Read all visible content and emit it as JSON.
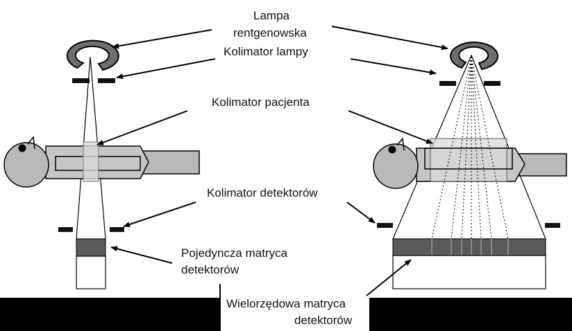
{
  "labels": {
    "tube_line1": "Lampa",
    "tube_line2": "rentgenowska",
    "tube_collimator": "Kolimator lampy",
    "patient_collimator": "Kolimator pacjenta",
    "detector_collimator": "Kolimator detektorów",
    "single_array_line1": "Pojedyncza matryca",
    "single_array_line2": "detektorów",
    "multi_array_line1": "Wielorzędowa matryca",
    "multi_array_line2": "detektorów"
  },
  "colors": {
    "background": "#000000",
    "panel": "#ffffff",
    "tube": "#6e6e6e",
    "patient": "#b9b9b9",
    "detector_dark": "#5a5a5a",
    "collimator": "#111111"
  }
}
